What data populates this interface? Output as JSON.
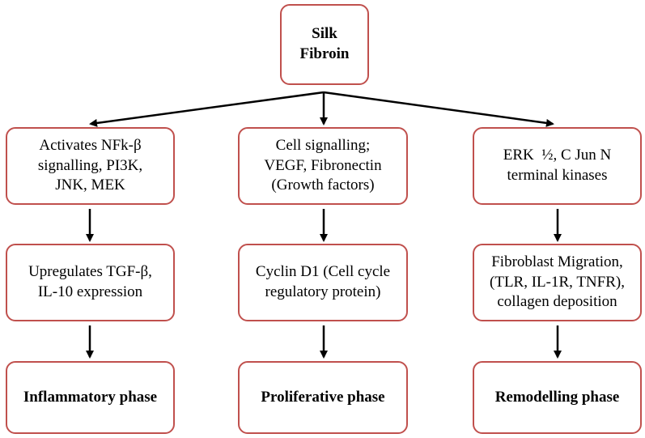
{
  "root": {
    "lines": [
      "Silk",
      "Fibroin"
    ]
  },
  "columns": [
    {
      "level1": [
        "Activates NFk-β",
        "signalling, PI3K,",
        "JNK, MEK"
      ],
      "level2": [
        "Upregulates TGF-β,",
        "IL-10 expression"
      ],
      "phase": "Inflammatory phase"
    },
    {
      "level1": [
        "Cell signalling;",
        "VEGF, Fibronectin",
        "(Growth factors)"
      ],
      "level2": [
        "Cyclin D1 (Cell cycle",
        "regulatory protein)"
      ],
      "phase": "Proliferative phase"
    },
    {
      "level1": [
        "ERK  ½, C Jun N",
        "terminal kinases"
      ],
      "level2": [
        "Fibroblast Migration,",
        "(TLR, IL-1R, TNFR),",
        "collagen deposition"
      ],
      "phase": "Remodelling phase"
    }
  ],
  "colors": {
    "box_border": "#c0504d",
    "arrow": "#000000"
  }
}
